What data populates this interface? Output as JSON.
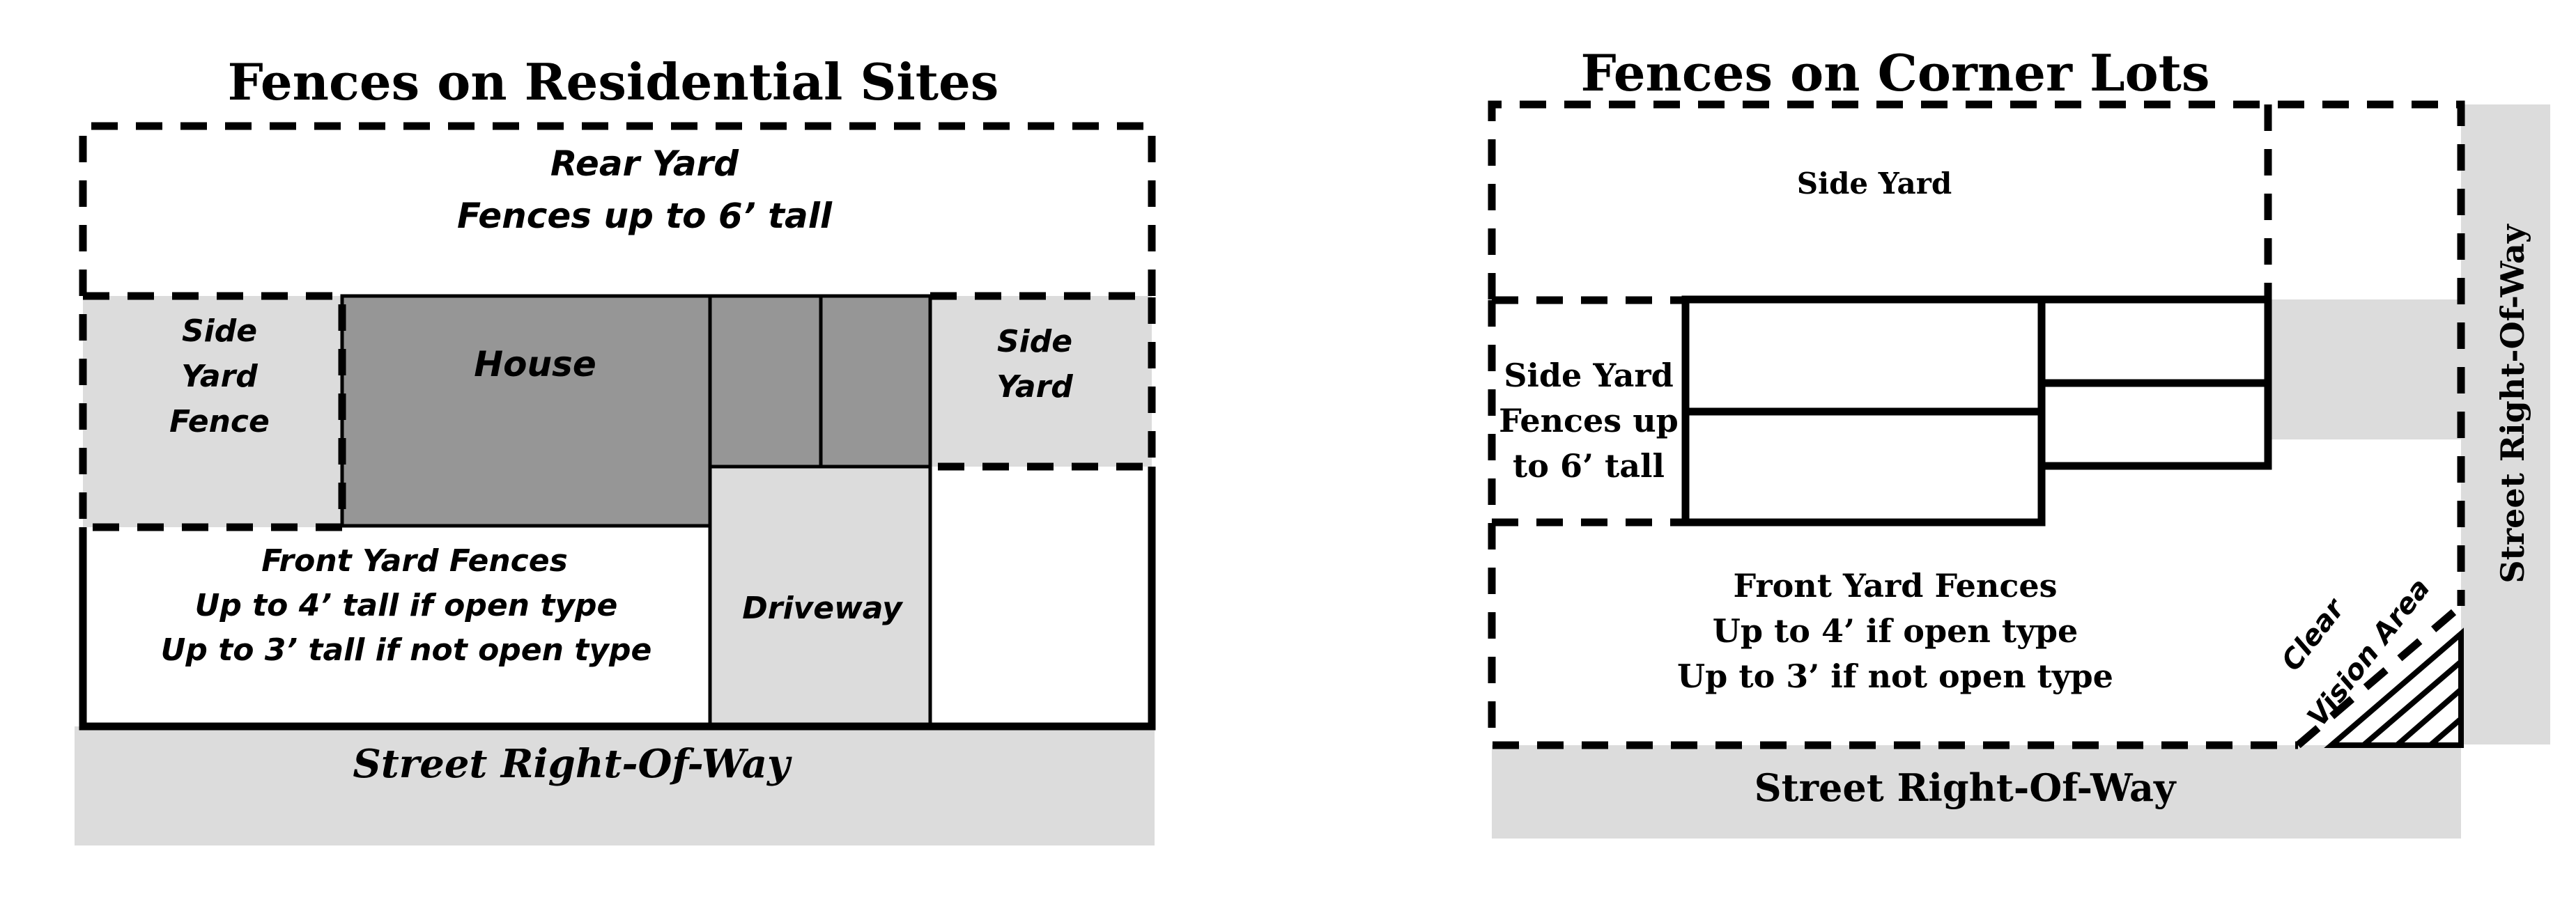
{
  "colors": {
    "light_gray": "#dcdcdc",
    "house_gray": "#969696",
    "line": "#000000",
    "background": "#ffffff"
  },
  "residential": {
    "title": "Fences on Residential Sites",
    "rear_yard": {
      "line1": "Rear Yard",
      "line2": "Fences up to 6’ tall"
    },
    "left_side_yard": {
      "line1": "Side",
      "line2": "Yard",
      "line3": "Fence"
    },
    "house": "House",
    "right_side_yard": {
      "line1": "Side",
      "line2": "Yard"
    },
    "front_yard": {
      "line1": "Front Yard Fences",
      "line2": "Up to 4’ tall if open type",
      "line3": "Up to 3’ tall if not open type"
    },
    "driveway": "Driveway",
    "street": "Street Right-Of-Way"
  },
  "corner": {
    "title": "Fences on Corner Lots",
    "side_yard_top": "Side Yard",
    "side_yard_left": {
      "line1": "Side Yard",
      "line2": "Fences up",
      "line3": "to 6’ tall"
    },
    "front_yard": {
      "line1": "Front Yard Fences",
      "line2": "Up to 4’ if open type",
      "line3": "Up to 3’ if not open type"
    },
    "clear_vision": {
      "line1": "Clear",
      "line2": "Vision Area"
    },
    "street_bottom": "Street Right-Of-Way",
    "street_side": "Street Right-Of-Way"
  }
}
